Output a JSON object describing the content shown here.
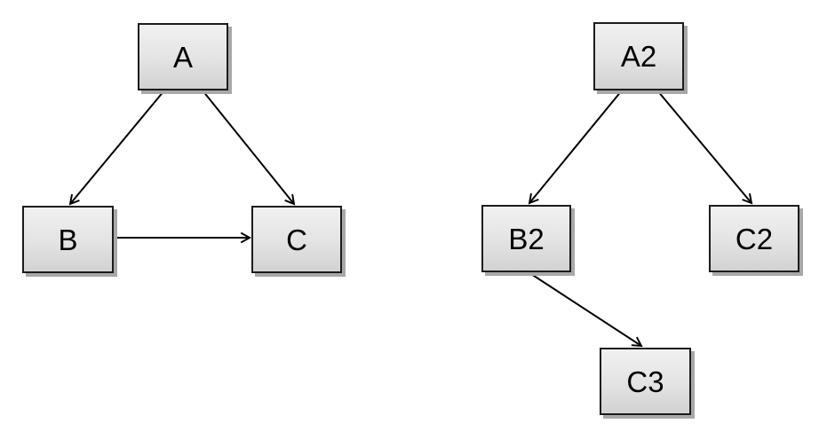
{
  "page": {
    "background_color": "#ffffff",
    "description": "Two directed graph diagrams made of rectangular nodes with drop shadows, connected by arrows"
  },
  "style": {
    "node_fill_top": "#f1f1f1",
    "node_fill_bottom": "#d2d2d2",
    "node_border_color": "#1c1c1c",
    "node_shadow_color": "#a8a8a8",
    "arrow_color": "#000000",
    "label_color": "#000000"
  },
  "graphs": {
    "left": {
      "nodes": {
        "A": {
          "label": "A"
        },
        "B": {
          "label": "B"
        },
        "C": {
          "label": "C"
        }
      },
      "edges": [
        {
          "from": "A",
          "to": "B"
        },
        {
          "from": "A",
          "to": "C"
        },
        {
          "from": "B",
          "to": "C"
        }
      ]
    },
    "right": {
      "nodes": {
        "A2": {
          "label": "A2"
        },
        "B2": {
          "label": "B2"
        },
        "C2": {
          "label": "C2"
        },
        "C3": {
          "label": "C3"
        }
      },
      "edges": [
        {
          "from": "A2",
          "to": "B2"
        },
        {
          "from": "A2",
          "to": "C2"
        },
        {
          "from": "B2",
          "to": "C3"
        }
      ]
    }
  }
}
